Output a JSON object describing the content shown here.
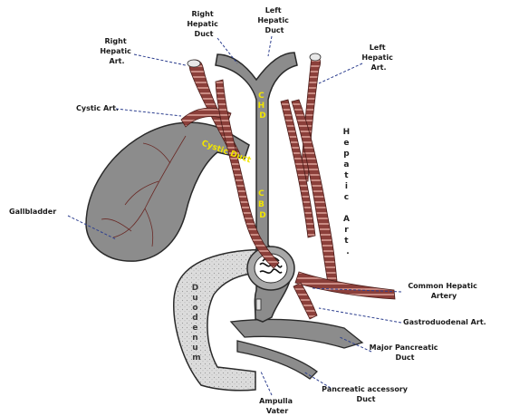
{
  "labels": {
    "right_hepatic_duct": [
      "Right",
      "Hepatic",
      "Duct"
    ],
    "left_hepatic_duct": [
      "Left",
      "Hepatic",
      "Duct"
    ],
    "right_hepatic_art": [
      "Right",
      "Hepatic",
      "Art."
    ],
    "left_hepatic_art": [
      "Left",
      "Hepatic",
      "Art."
    ],
    "cystic_art": "Cystic Art.",
    "gallbladder": "Gallbladder",
    "hepatic_art_vertical": [
      "H",
      "e",
      "p",
      "a",
      "t",
      "i",
      "c",
      "",
      "A",
      "r",
      "t",
      "."
    ],
    "common_hepatic_artery": [
      "Common Hepatic",
      "Artery"
    ],
    "gastroduodenal_art": "Gastroduodenal Art.",
    "major_pancreatic_duct": [
      "Major Pancreatic",
      "Duct"
    ],
    "pancreatic_accessory_duct": [
      "Pancreatic accessory",
      "Duct"
    ],
    "ampulla_vater": [
      "Ampulla",
      "Vater"
    ]
  },
  "inner_labels": {
    "chd": [
      "C",
      "H",
      "D"
    ],
    "cbd": [
      "C",
      "B",
      "D"
    ],
    "cystic_duct": "Cystic Duct",
    "duodenum": [
      "D",
      "u",
      "o",
      "d",
      "e",
      "n",
      "u",
      "m"
    ]
  },
  "colors": {
    "duct_gray": "#8c8c8c",
    "duct_outline": "#2a2a2a",
    "artery_red": "#8b3f3a",
    "artery_stripe": "#c98a82",
    "duodenum_fill": "#d9d9d9",
    "pointer_blue": "#2d3f8f",
    "inner_text_yellow": "#f2e600"
  }
}
